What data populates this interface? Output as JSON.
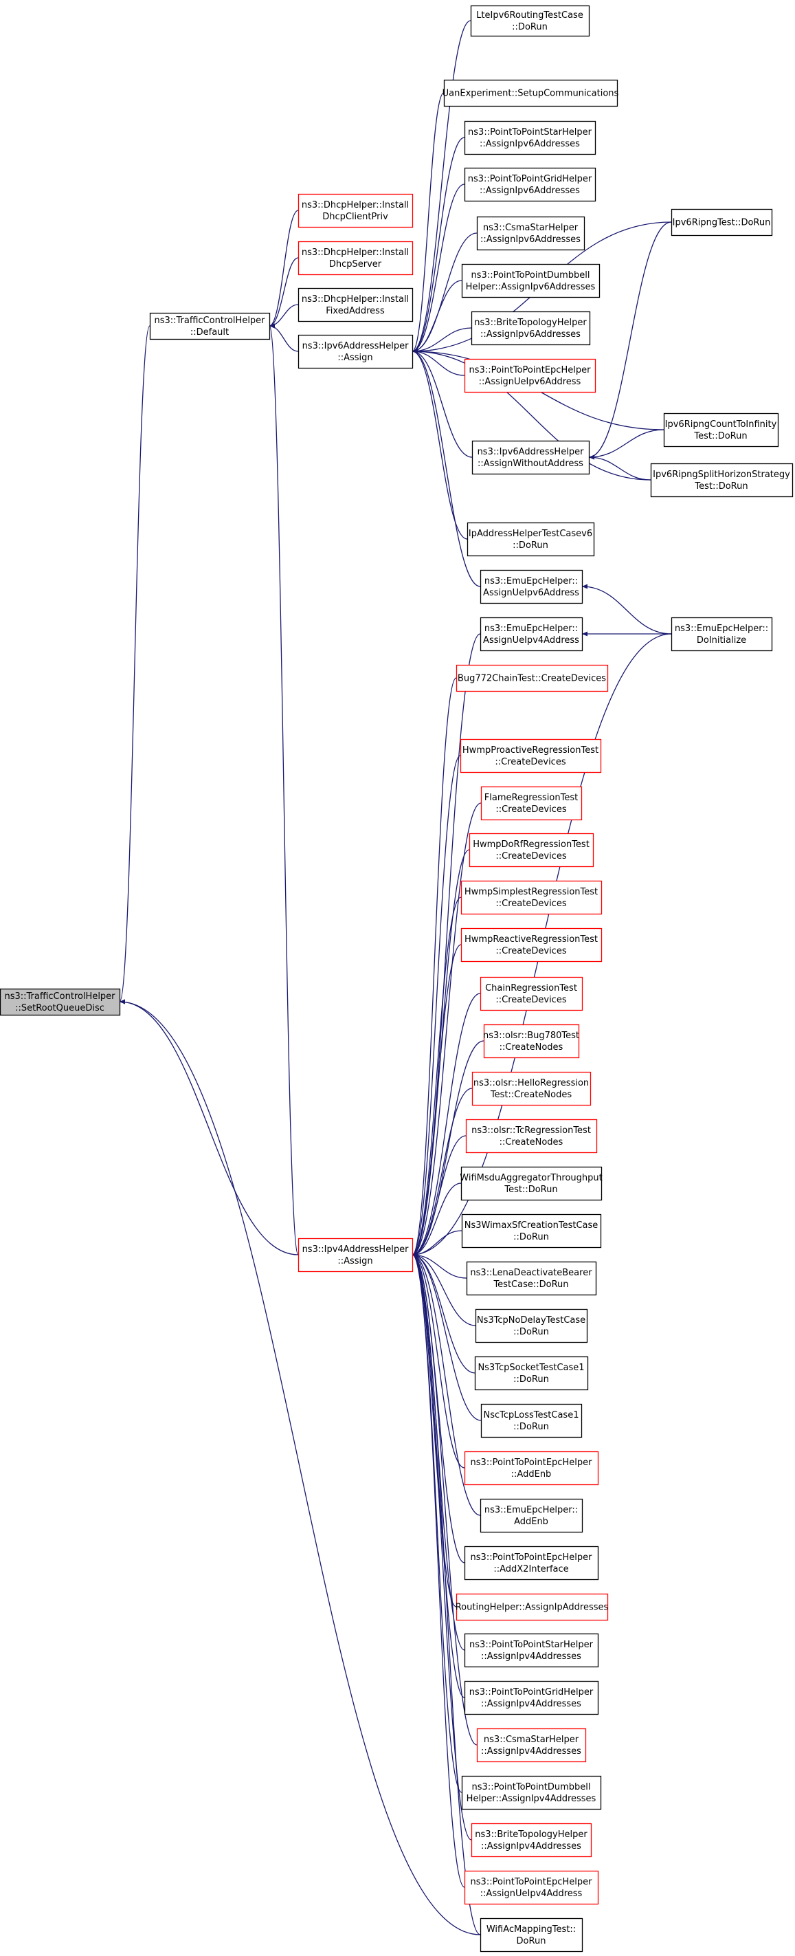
{
  "colors": {
    "edge": "#191970",
    "arrow": "#191970",
    "border_normal": "#000000",
    "border_truncated": "#ff0000",
    "root_fill": "#bfbfbf",
    "node_fill": "#ffffff"
  },
  "nodes": [
    {
      "id": "root",
      "lines": [
        "ns3::TrafficControlHelper",
        "::SetRootQueueDisc"
      ],
      "style": "root"
    },
    {
      "id": "tch_default",
      "lines": [
        "ns3::TrafficControlHelper",
        "::Default"
      ],
      "style": "normal"
    },
    {
      "id": "dhcp_client",
      "lines": [
        "ns3::DhcpHelper::Install",
        "DhcpClientPriv"
      ],
      "style": "truncated"
    },
    {
      "id": "dhcp_server",
      "lines": [
        "ns3::DhcpHelper::Install",
        "DhcpServer"
      ],
      "style": "truncated"
    },
    {
      "id": "dhcp_fixed",
      "lines": [
        "ns3::DhcpHelper::Install",
        "FixedAddress"
      ],
      "style": "normal"
    },
    {
      "id": "ipv6_assign",
      "lines": [
        "ns3::Ipv6AddressHelper",
        "::Assign"
      ],
      "style": "normal"
    },
    {
      "id": "ipv4_assign",
      "lines": [
        "ns3::Ipv4AddressHelper",
        "::Assign"
      ],
      "style": "truncated"
    },
    {
      "id": "lte_ipv6",
      "lines": [
        "LteIpv6RoutingTestCase",
        "::DoRun"
      ],
      "style": "normal"
    },
    {
      "id": "uan",
      "lines": [
        "UanExperiment::SetupCommunications"
      ],
      "style": "normal"
    },
    {
      "id": "p2pstar6",
      "lines": [
        "ns3::PointToPointStarHelper",
        "::AssignIpv6Addresses"
      ],
      "style": "normal"
    },
    {
      "id": "p2pgrid6",
      "lines": [
        "ns3::PointToPointGridHelper",
        "::AssignIpv6Addresses"
      ],
      "style": "normal"
    },
    {
      "id": "csma6",
      "lines": [
        "ns3::CsmaStarHelper",
        "::AssignIpv6Addresses"
      ],
      "style": "normal"
    },
    {
      "id": "dumbbell6",
      "lines": [
        "ns3::PointToPointDumbbell",
        "Helper::AssignIpv6Addresses"
      ],
      "style": "normal"
    },
    {
      "id": "brite6",
      "lines": [
        "ns3::BriteTopologyHelper",
        "::AssignIpv6Addresses"
      ],
      "style": "normal"
    },
    {
      "id": "epc6",
      "lines": [
        "ns3::PointToPointEpcHelper",
        "::AssignUeIpv6Address"
      ],
      "style": "truncated"
    },
    {
      "id": "ipv6_without",
      "lines": [
        "ns3::Ipv6AddressHelper",
        "::AssignWithoutAddress"
      ],
      "style": "normal"
    },
    {
      "id": "iphelper6",
      "lines": [
        "IpAddressHelperTestCasev6",
        "::DoRun"
      ],
      "style": "normal"
    },
    {
      "id": "emu6",
      "lines": [
        "ns3::EmuEpcHelper::",
        "AssignUeIpv6Address"
      ],
      "style": "normal"
    },
    {
      "id": "emu4",
      "lines": [
        "ns3::EmuEpcHelper::",
        "AssignUeIpv4Address"
      ],
      "style": "normal"
    },
    {
      "id": "ripng",
      "lines": [
        "Ipv6RipngTest::DoRun"
      ],
      "style": "normal"
    },
    {
      "id": "ripng_count",
      "lines": [
        "Ipv6RipngCountToInfinity",
        "Test::DoRun"
      ],
      "style": "normal"
    },
    {
      "id": "ripng_split",
      "lines": [
        "Ipv6RipngSplitHorizonStrategy",
        "Test::DoRun"
      ],
      "style": "normal"
    },
    {
      "id": "emu_init",
      "lines": [
        "ns3::EmuEpcHelper::",
        "DoInitialize"
      ],
      "style": "normal"
    },
    {
      "id": "bug772",
      "lines": [
        "Bug772ChainTest::CreateDevices"
      ],
      "style": "truncated"
    },
    {
      "id": "hwmp_pro",
      "lines": [
        "HwmpProactiveRegressionTest",
        "::CreateDevices"
      ],
      "style": "truncated"
    },
    {
      "id": "flame",
      "lines": [
        "FlameRegressionTest",
        "::CreateDevices"
      ],
      "style": "truncated"
    },
    {
      "id": "hwmp_dorf",
      "lines": [
        "HwmpDoRfRegressionTest",
        "::CreateDevices"
      ],
      "style": "truncated"
    },
    {
      "id": "hwmp_simplest",
      "lines": [
        "HwmpSimplestRegressionTest",
        "::CreateDevices"
      ],
      "style": "truncated"
    },
    {
      "id": "hwmp_reactive",
      "lines": [
        "HwmpReactiveRegressionTest",
        "::CreateDevices"
      ],
      "style": "truncated"
    },
    {
      "id": "chain",
      "lines": [
        "ChainRegressionTest",
        "::CreateDevices"
      ],
      "style": "truncated"
    },
    {
      "id": "olsr_bug780",
      "lines": [
        "ns3::olsr::Bug780Test",
        "::CreateNodes"
      ],
      "style": "truncated"
    },
    {
      "id": "olsr_hello",
      "lines": [
        "ns3::olsr::HelloRegression",
        "Test::CreateNodes"
      ],
      "style": "truncated"
    },
    {
      "id": "olsr_tc",
      "lines": [
        "ns3::olsr::TcRegressionTest",
        "::CreateNodes"
      ],
      "style": "truncated"
    },
    {
      "id": "wifi_msdu",
      "lines": [
        "WifiMsduAggregatorThroughput",
        "Test::DoRun"
      ],
      "style": "normal"
    },
    {
      "id": "wimax",
      "lines": [
        "Ns3WimaxSfCreationTestCase",
        "::DoRun"
      ],
      "style": "normal"
    },
    {
      "id": "lena",
      "lines": [
        "ns3::LenaDeactivateBearer",
        "TestCase::DoRun"
      ],
      "style": "normal"
    },
    {
      "id": "tcp_nodelay",
      "lines": [
        "Ns3TcpNoDelayTestCase",
        "::DoRun"
      ],
      "style": "normal"
    },
    {
      "id": "tcp_socket",
      "lines": [
        "Ns3TcpSocketTestCase1",
        "::DoRun"
      ],
      "style": "normal"
    },
    {
      "id": "nsc_tcp",
      "lines": [
        "NscTcpLossTestCase1",
        "::DoRun"
      ],
      "style": "normal"
    },
    {
      "id": "epc_addenb",
      "lines": [
        "ns3::PointToPointEpcHelper",
        "::AddEnb"
      ],
      "style": "truncated"
    },
    {
      "id": "emu_addenb",
      "lines": [
        "ns3::EmuEpcHelper::",
        "AddEnb"
      ],
      "style": "normal"
    },
    {
      "id": "epc_x2",
      "lines": [
        "ns3::PointToPointEpcHelper",
        "::AddX2Interface"
      ],
      "style": "normal"
    },
    {
      "id": "routing",
      "lines": [
        "RoutingHelper::AssignIpAddresses"
      ],
      "style": "truncated"
    },
    {
      "id": "p2pstar4",
      "lines": [
        "ns3::PointToPointStarHelper",
        "::AssignIpv4Addresses"
      ],
      "style": "normal"
    },
    {
      "id": "p2pgrid4",
      "lines": [
        "ns3::PointToPointGridHelper",
        "::AssignIpv4Addresses"
      ],
      "style": "normal"
    },
    {
      "id": "csma4",
      "lines": [
        "ns3::CsmaStarHelper",
        "::AssignIpv4Addresses"
      ],
      "style": "truncated"
    },
    {
      "id": "dumbbell4",
      "lines": [
        "ns3::PointToPointDumbbell",
        "Helper::AssignIpv4Addresses"
      ],
      "style": "normal"
    },
    {
      "id": "brite4",
      "lines": [
        "ns3::BriteTopologyHelper",
        "::AssignIpv4Addresses"
      ],
      "style": "truncated"
    },
    {
      "id": "epc4",
      "lines": [
        "ns3::PointToPointEpcHelper",
        "::AssignUeIpv4Address"
      ],
      "style": "truncated"
    },
    {
      "id": "wifi_ac",
      "lines": [
        "WifiAcMappingTest::",
        "DoRun"
      ],
      "style": "normal"
    }
  ],
  "edges": [
    {
      "from": "tch_default",
      "to": "root"
    },
    {
      "from": "ipv4_assign",
      "to": "root"
    },
    {
      "from": "wifi_ac",
      "to": "root"
    },
    {
      "from": "dhcp_client",
      "to": "tch_default"
    },
    {
      "from": "dhcp_server",
      "to": "tch_default"
    },
    {
      "from": "dhcp_fixed",
      "to": "tch_default"
    },
    {
      "from": "ipv6_assign",
      "to": "tch_default"
    },
    {
      "from": "ipv4_assign",
      "to": "tch_default"
    },
    {
      "from": "lte_ipv6",
      "to": "ipv6_assign"
    },
    {
      "from": "uan",
      "to": "ipv6_assign"
    },
    {
      "from": "p2pstar6",
      "to": "ipv6_assign"
    },
    {
      "from": "p2pgrid6",
      "to": "ipv6_assign"
    },
    {
      "from": "csma6",
      "to": "ipv6_assign"
    },
    {
      "from": "dumbbell6",
      "to": "ipv6_assign"
    },
    {
      "from": "brite6",
      "to": "ipv6_assign"
    },
    {
      "from": "epc6",
      "to": "ipv6_assign"
    },
    {
      "from": "ipv6_without",
      "to": "ipv6_assign"
    },
    {
      "from": "iphelper6",
      "to": "ipv6_assign"
    },
    {
      "from": "emu6",
      "to": "ipv6_assign"
    },
    {
      "from": "ripng",
      "to": "ipv6_assign"
    },
    {
      "from": "ripng_count",
      "to": "ipv6_assign"
    },
    {
      "from": "ripng_split",
      "to": "ipv6_assign"
    },
    {
      "from": "ripng",
      "to": "ipv6_without"
    },
    {
      "from": "ripng_count",
      "to": "ipv6_without"
    },
    {
      "from": "ripng_split",
      "to": "ipv6_without"
    },
    {
      "from": "emu_init",
      "to": "emu6"
    },
    {
      "from": "emu_init",
      "to": "emu4"
    },
    {
      "from": "emu_init",
      "to": "ipv4_assign"
    },
    {
      "from": "emu4",
      "to": "ipv4_assign"
    },
    {
      "from": "bug772",
      "to": "ipv4_assign"
    },
    {
      "from": "hwmp_pro",
      "to": "ipv4_assign"
    },
    {
      "from": "flame",
      "to": "ipv4_assign"
    },
    {
      "from": "hwmp_dorf",
      "to": "ipv4_assign"
    },
    {
      "from": "hwmp_simplest",
      "to": "ipv4_assign"
    },
    {
      "from": "hwmp_reactive",
      "to": "ipv4_assign"
    },
    {
      "from": "chain",
      "to": "ipv4_assign"
    },
    {
      "from": "olsr_bug780",
      "to": "ipv4_assign"
    },
    {
      "from": "olsr_hello",
      "to": "ipv4_assign"
    },
    {
      "from": "olsr_tc",
      "to": "ipv4_assign"
    },
    {
      "from": "wifi_msdu",
      "to": "ipv4_assign"
    },
    {
      "from": "wimax",
      "to": "ipv4_assign"
    },
    {
      "from": "lena",
      "to": "ipv4_assign"
    },
    {
      "from": "tcp_nodelay",
      "to": "ipv4_assign"
    },
    {
      "from": "tcp_socket",
      "to": "ipv4_assign"
    },
    {
      "from": "nsc_tcp",
      "to": "ipv4_assign"
    },
    {
      "from": "epc_addenb",
      "to": "ipv4_assign"
    },
    {
      "from": "emu_addenb",
      "to": "ipv4_assign"
    },
    {
      "from": "epc_x2",
      "to": "ipv4_assign"
    },
    {
      "from": "routing",
      "to": "ipv4_assign"
    },
    {
      "from": "p2pstar4",
      "to": "ipv4_assign"
    },
    {
      "from": "p2pgrid4",
      "to": "ipv4_assign"
    },
    {
      "from": "csma4",
      "to": "ipv4_assign"
    },
    {
      "from": "dumbbell4",
      "to": "ipv4_assign"
    },
    {
      "from": "brite4",
      "to": "ipv4_assign"
    },
    {
      "from": "epc4",
      "to": "ipv4_assign"
    },
    {
      "from": "wifi_ac",
      "to": "ipv4_assign"
    }
  ]
}
